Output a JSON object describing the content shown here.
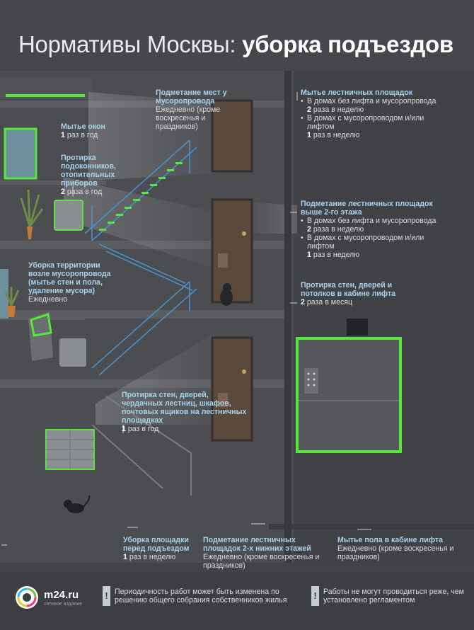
{
  "title": {
    "regular": "Нормативы Москвы:",
    "bold": "уборка подъездов"
  },
  "annotations": {
    "sweep_garbage": {
      "head": "Подметание мест у мусоропровода",
      "freq": "Ежедневно (кроме воскресенья и праздников)"
    },
    "wash_landings": {
      "head": "Мытье лестничных площадок",
      "item1": "В домах без лифта и мусоропровода",
      "item1_count": "2",
      "item1_unit": "раза в неделю",
      "item2": "В домах с мусоропроводом и/или лифтом",
      "item2_count": "1",
      "item2_unit": "раз в неделю"
    },
    "windows": {
      "head": "Мытье окон",
      "count": "1",
      "unit": "раз в год"
    },
    "sills": {
      "head": "Протирка подоконников, отопительных приборов",
      "count": "2",
      "unit": "раза в год"
    },
    "sweep_above2": {
      "head": "Подметание лестничных площадок выше 2-го этажа",
      "item1": "В домах без лифта и мусоропровода",
      "item1_count": "2",
      "item1_unit": "раза в неделю",
      "item2": "В домах с мусоропроводом и/или лифтом",
      "item2_count": "1",
      "item2_unit": "раз в неделю"
    },
    "chute_area": {
      "head": "Уборка территории возле мусоропровода (мытье стен и пола, удаление мусора)",
      "freq": "Ежедневно"
    },
    "lift_walls": {
      "head": "Протирка стен, дверей и потолков в кабине лифта",
      "count": "2",
      "unit": "раза в месяц"
    },
    "walls_doors": {
      "head": "Протирка стен, дверей, чердачных лестниц, шкафов, почтовых ящиков на лестничных площадках",
      "count": "1",
      "unit": "раз в год"
    },
    "entrance": {
      "head": "Уборка площадки перед подъездом",
      "count": "1",
      "unit": "раз в неделю"
    },
    "sweep_lower": {
      "head": "Подметание лестничных площадок 2-х нижних этажей",
      "freq": "Ежедневно (кроме воскресенья и праздников)"
    },
    "lift_floor": {
      "head": "Мытье пола в кабине лифта",
      "freq": "Ежедневно (кроме воскресенья и праздников)"
    }
  },
  "footer": {
    "logo": "m24.ru",
    "logo_sub": "сетевое издание",
    "note1": "Периодичность работ может быть изменена по решению общего собрания собственников жилья",
    "note2": "Работы не могут проводиться реже, чем установлено регламентом",
    "excl": "!"
  },
  "colors": {
    "highlight": "#57e63c",
    "heading": "#a9d2ec",
    "background": "#45474b",
    "stair_blue": "#4a8fc9"
  }
}
